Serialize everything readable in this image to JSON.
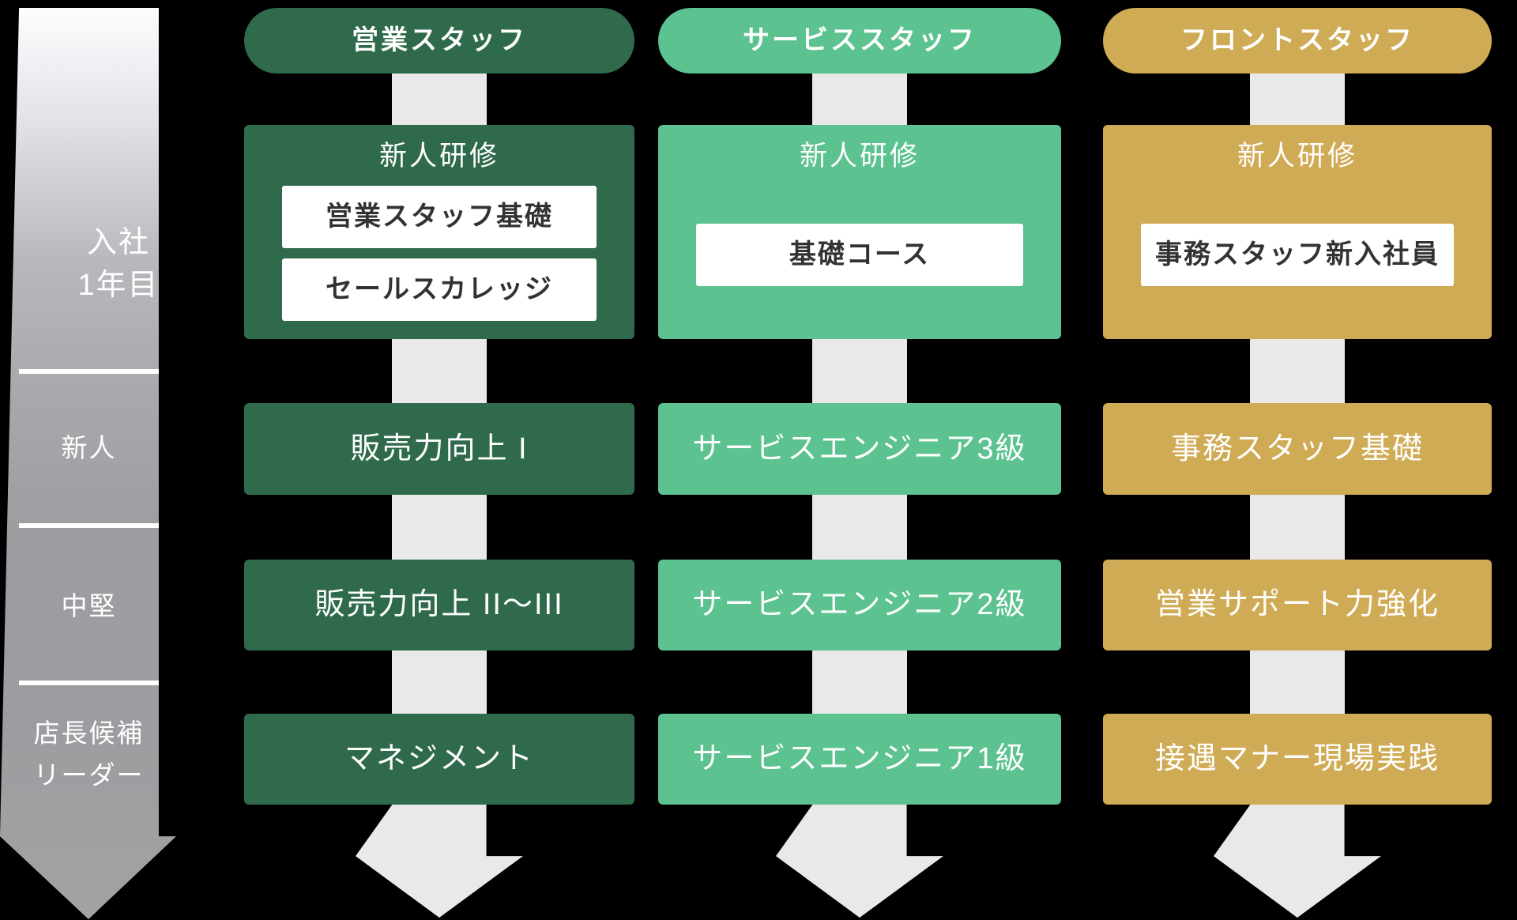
{
  "colors": {
    "background": "#000000",
    "connector": "#e8e9e8",
    "course_text": "#323232",
    "timeline_label": "#ffffff",
    "column_sales": "#2e6a4b",
    "column_service": "#5bc290",
    "column_front": "#d0ab55"
  },
  "timeline": {
    "stages": [
      {
        "lines": [
          "入社",
          "1年目"
        ]
      },
      {
        "lines": [
          "新人"
        ]
      },
      {
        "lines": [
          "中堅"
        ]
      },
      {
        "lines": [
          "店長候補",
          "リーダー"
        ]
      }
    ]
  },
  "columns": [
    {
      "title": "営業スタッフ",
      "color": "#2e6a4b",
      "newcomer_training": {
        "title": "新人研修",
        "courses": [
          "営業スタッフ基礎",
          "セールスカレッジ"
        ]
      },
      "steps": [
        "販売力向上 I",
        "販売力向上 II〜III",
        "マネジメント"
      ]
    },
    {
      "title": "サービススタッフ",
      "color": "#5bc290",
      "newcomer_training": {
        "title": "新人研修",
        "courses": [
          "基礎コース"
        ]
      },
      "steps": [
        "サービスエンジニア3級",
        "サービスエンジニア2級",
        "サービスエンジニア1級"
      ]
    },
    {
      "title": "フロントスタッフ",
      "color": "#d0ab55",
      "newcomer_training": {
        "title": "新人研修",
        "courses": [
          "事務スタッフ新入社員"
        ]
      },
      "steps": [
        "事務スタッフ基礎",
        "営業サポート力強化",
        "接遇マナー現場実践"
      ]
    }
  ]
}
